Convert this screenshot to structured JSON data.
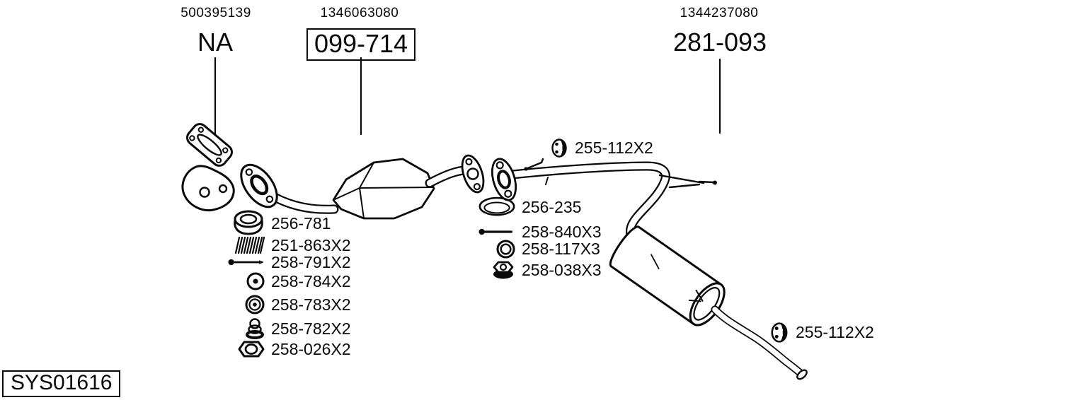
{
  "diagram_id": "SYS01616",
  "top_labels": [
    {
      "ref": "500395139",
      "code": "NA",
      "boxed": false
    },
    {
      "ref": "1346063080",
      "code": "099-714",
      "boxed": true
    },
    {
      "ref": "1344237080",
      "code": "281-093",
      "boxed": false
    }
  ],
  "parts_left": [
    {
      "icon": "cone-ring",
      "number": "256-781"
    },
    {
      "icon": "spring",
      "number": "251-863X2"
    },
    {
      "icon": "bolt",
      "number": "258-791X2"
    },
    {
      "icon": "washer-dot",
      "number": "258-784X2"
    },
    {
      "icon": "grommet",
      "number": "258-783X2"
    },
    {
      "icon": "mount-stack",
      "number": "258-782X2"
    },
    {
      "icon": "hex-nut",
      "number": "258-026X2"
    }
  ],
  "parts_middle": [
    {
      "icon": "gasket-ring",
      "number": "256-235"
    },
    {
      "icon": "bolt",
      "number": "258-840X3"
    },
    {
      "icon": "washer-ring",
      "number": "258-117X3"
    },
    {
      "icon": "flange-nut",
      "number": "258-038X3"
    }
  ],
  "hangers": [
    {
      "icon": "rubber-hanger",
      "number": "255-112X2",
      "position": "top"
    },
    {
      "icon": "rubber-hanger",
      "number": "255-112X2",
      "position": "bottom"
    }
  ],
  "colors": {
    "line": "#0a0a0a",
    "background": "#ffffff"
  }
}
